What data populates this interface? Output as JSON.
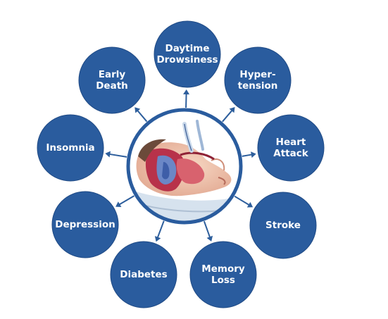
{
  "colors": {
    "node_fill": "#2a5c9e",
    "node_edge": "#1f4a85",
    "arrow": "#2d5e9c",
    "center_ring": "#2a5c9e",
    "label_text": "#ffffff"
  },
  "center": {
    "image": "sleeping-head-airway-cross-section"
  },
  "nodes": [
    {
      "id": "daytime-drowsiness",
      "lines": [
        "Daytime",
        "Drowsiness"
      ]
    },
    {
      "id": "hypertension",
      "lines": [
        "Hyper-",
        "tension"
      ]
    },
    {
      "id": "heart-attack",
      "lines": [
        "Heart",
        "Attack"
      ]
    },
    {
      "id": "stroke",
      "lines": [
        "Stroke"
      ]
    },
    {
      "id": "memory-loss",
      "lines": [
        "Memory",
        "Loss"
      ]
    },
    {
      "id": "diabetes",
      "lines": [
        "Diabetes"
      ]
    },
    {
      "id": "depression",
      "lines": [
        "Depression"
      ]
    },
    {
      "id": "insomnia",
      "lines": [
        "Insomnia"
      ]
    },
    {
      "id": "early-death",
      "lines": [
        "Early",
        "Death"
      ]
    }
  ]
}
